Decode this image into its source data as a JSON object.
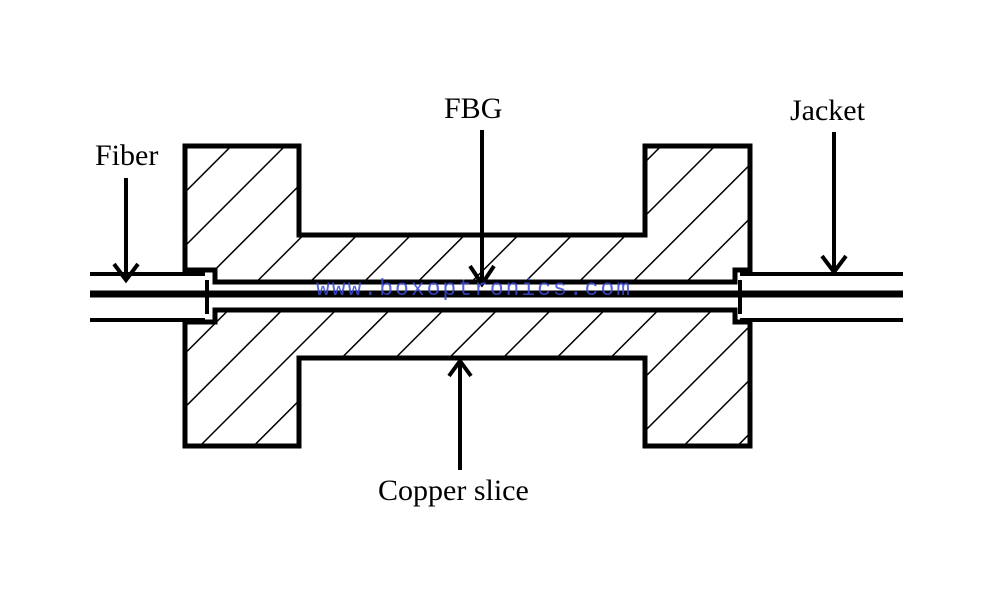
{
  "labels": {
    "fiber": "Fiber",
    "fbg": "FBG",
    "jacket": "Jacket",
    "copper_slice": "Copper slice"
  },
  "watermark": "www.boxoptronics.com",
  "colors": {
    "line": "#000000",
    "background": "#ffffff",
    "watermark": "#3b4bd6"
  }
}
